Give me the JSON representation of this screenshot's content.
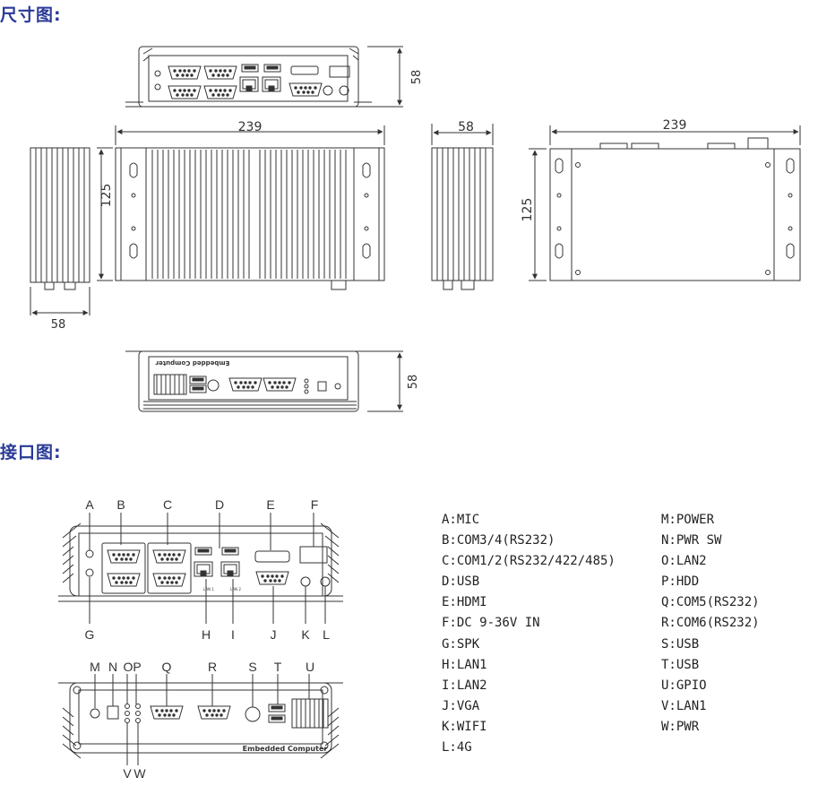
{
  "headings": {
    "dimension": "尺寸图:",
    "interface": "接口图:"
  },
  "dimensions": {
    "front_height": "58",
    "top_width": "239",
    "top_height": "125",
    "side_depth_left": "58",
    "side_depth_right": "58",
    "bottom_width": "239",
    "bottom_height": "125",
    "rear_height": "58"
  },
  "device_text": {
    "embedded_label": "Embedded Computer",
    "embedded_label_mirrored": "Embedded Computer",
    "lan1": "LAN 1",
    "lan2": "LAN 2"
  },
  "front_callouts_top": [
    "A",
    "B",
    "C",
    "D",
    "E",
    "F"
  ],
  "front_callouts_bottom": [
    "G",
    "H",
    "I",
    "J",
    "K",
    "L"
  ],
  "rear_callouts_top": [
    "M",
    "N",
    "O",
    "P",
    "Q",
    "R",
    "S",
    "T",
    "U"
  ],
  "rear_callouts_bottom": [
    "V",
    "W"
  ],
  "legend_left": [
    "A:MIC",
    "B:COM3/4(RS232)",
    "C:COM1/2(RS232/422/485)",
    "D:USB",
    "E:HDMI",
    "F:DC 9-36V IN",
    "G:SPK",
    "H:LAN1",
    "I:LAN2",
    "J:VGA",
    "K:WIFI",
    "L:4G"
  ],
  "legend_right": [
    "M:POWER",
    "N:PWR SW",
    "O:LAN2",
    "P:HDD",
    "Q:COM5(RS232)",
    "R:COM6(RS232)",
    "S:USB",
    "T:USB",
    "U:GPIO",
    "V:LAN1",
    "W:PWR"
  ],
  "colors": {
    "heading": "#2a3a96",
    "line": "#333333"
  }
}
